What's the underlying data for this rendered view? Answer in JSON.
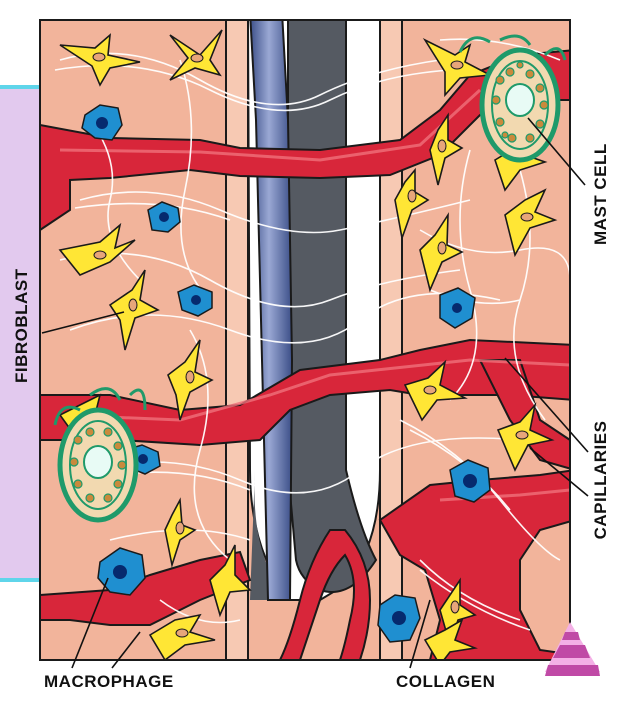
{
  "labels": {
    "fibroblast": "FIBROBLAST",
    "mast_cell": "MAST CELL",
    "capillaries": "CAPILLARIES",
    "macrophage": "MACROPHAGE",
    "collagen": "COLLAGEN"
  },
  "colors": {
    "tissue": "#f2b49b",
    "vessel": "#d8263a",
    "vessel_highlight": "#f0707a",
    "fibroblast": "#ffe635",
    "macrophage": "#1f8fd0",
    "macrophage_core": "#062a6e",
    "mast_cell": "#1f9a6a",
    "collagen_fiber": "#ffffff",
    "hair_shaft": "#5a6fa8",
    "follicle_dark": "#555a62",
    "side_bar": "#e2c9ee",
    "side_bar_edge": "#5fd5ea",
    "logo": "#c04aa6"
  }
}
